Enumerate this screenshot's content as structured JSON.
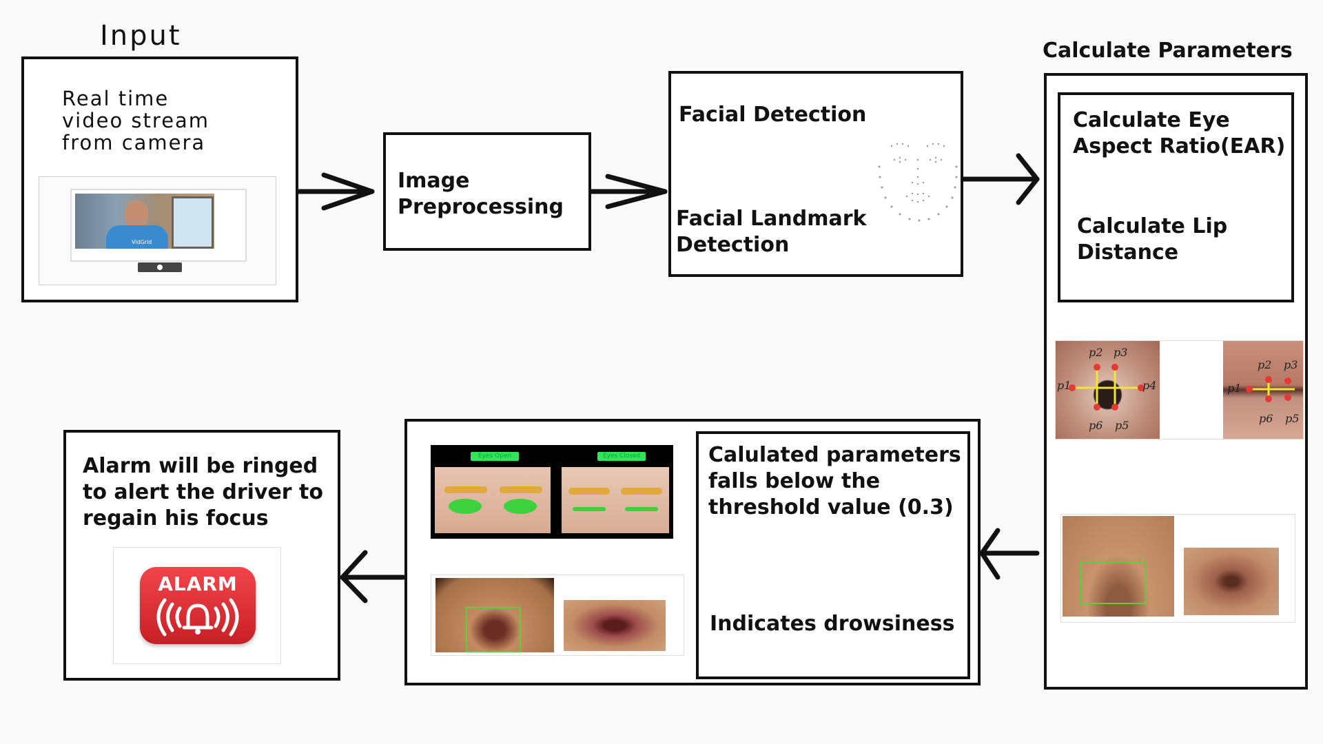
{
  "input": {
    "heading": "Input",
    "text": "Real time\nvideo stream\nfrom camera"
  },
  "preprocessing": {
    "text": "Image\nPreprocessing"
  },
  "detection": {
    "top": "Facial Detection",
    "bottom": "Facial Landmark\nDetection"
  },
  "parameters": {
    "heading": "Calculate Parameters",
    "ear": "Calculate Eye\nAspect Ratio(EAR)",
    "lip": "Calculate Lip\nDistance",
    "eye_points_left": [
      "p2",
      "p3",
      "p1",
      "p4",
      "p6",
      "p5"
    ],
    "eye_points_right": [
      "p2",
      "p3",
      "p1",
      "p6",
      "p5"
    ]
  },
  "threshold": {
    "text": "Calulated parameters\nfalls below the\nthreshold value (0.3)",
    "result": "Indicates drowsiness",
    "eye_tags": [
      "Eyes Open",
      "Eyes Closed"
    ]
  },
  "alarm": {
    "text": "Alarm will be ringed\nto alert the driver to\nregain his focus",
    "badge": "ALARM",
    "badge_color": "#d8232a"
  },
  "video_caption": "VidGrid"
}
